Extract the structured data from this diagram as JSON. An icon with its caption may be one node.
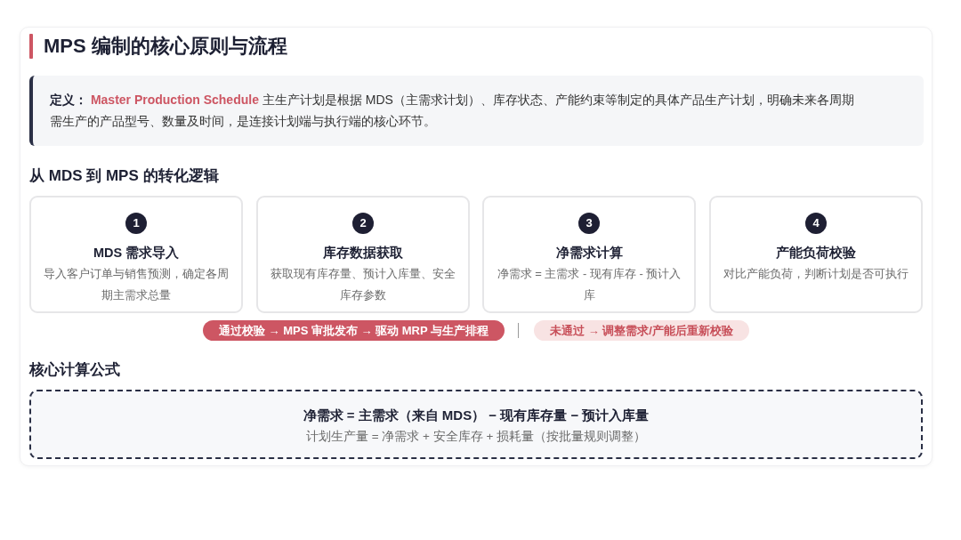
{
  "diagram": {
    "title": "MPS 编制的核心原则与流程",
    "nodes": [
      {
        "text": [
          "**定义：** **Master Production Schedule** 主生产计划是根据 MDS（主需求计划）、库存状态、产能约束等制定的具体产品生产计划，明确未来各周期需生产的产品型号、数量及时间，是连接计划端与执行端的核心环节。"
        ]
      },
      {
        "text": [
          "1",
          "MDS 需求导入",
          "导入客户订单与销售预测，确定各周期主需求总量"
        ]
      },
      {
        "text": [
          "2",
          "库存数据获取",
          "获取现有库存量、预计入库量、安全库存参数"
        ]
      },
      {
        "text": [
          "3",
          "净需求计算",
          "净需求 = 主需求 - 现有库存 - 预计入库"
        ]
      },
      {
        "text": [
          "4",
          "产能负荷校验",
          "对比产能负荷，判断计划是否可执行"
        ]
      },
      {
        "text": [
          "通过校验 → MPS 审批发布 → 驱动 MRP 与生产排程"
        ]
      },
      {
        "text": [
          "未通过 → 调整需求/产能后重新校验"
        ]
      },
      {
        "text": [
          "净需求 = 主需求（来自 MDS） − 现有库存量 − 预计入库量",
          "计划生产量 = 净需求 + 安全库存 + 损耗量（按批量规则调整）"
        ]
      }
    ],
    "labels": [
      "从 MDS 到 MPS 的转化逻辑",
      "核心计算公式"
    ]
  }
}
